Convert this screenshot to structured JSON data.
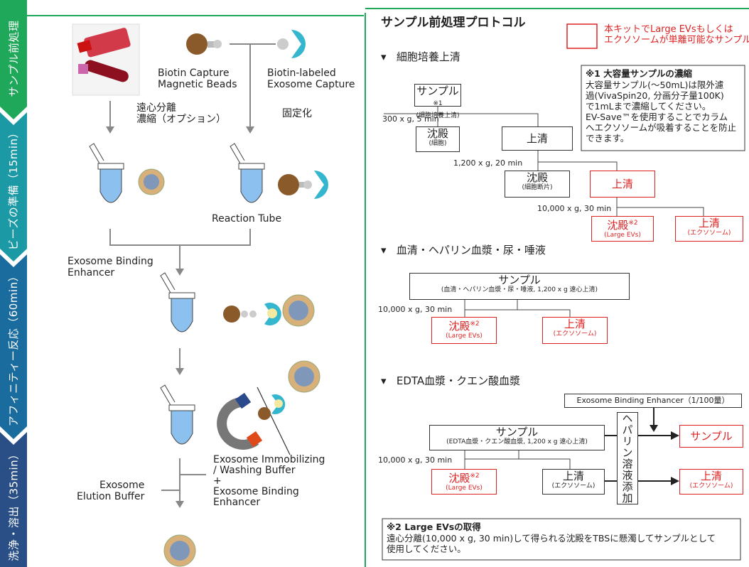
{
  "sidebar": {
    "steps": [
      {
        "label": "サンプル前処理",
        "color": "#1fa85a"
      },
      {
        "label": "ビーズの準備（15min）",
        "color": "#1b9aa6"
      },
      {
        "label": "アフィニティー反応（60min）",
        "color": "#1a6b9e"
      },
      {
        "label": "洗浄・溶出（35min）",
        "color": "#2a4f86"
      }
    ]
  },
  "left": {
    "beads_label": "Biotin Capture\nMagnetic Beads",
    "capture_label": "Biotin-labeled\nExosome Capture",
    "centrifuge_label": "遠心分離\n濃縮（オプション）",
    "immobilize_label": "固定化",
    "reaction_tube": "Reaction Tube",
    "enhancer": "Exosome Binding\nEnhancer",
    "wash_buffer": "Exosome Immobilizing\n/ Washing Buffer\n+\nExosome Binding\nEnhancer",
    "elution": "Exosome\nElution Buffer"
  },
  "protocol": {
    "title": "サンプル前処理プロトコル",
    "legend": "本キットでLarge EVsもしくは\nエクソソームが単離可能なサンプル",
    "sec1": "細胞培養上清",
    "sec2": "血清・ヘパリン血漿・尿・唾液",
    "sec3": "EDTA血漿・クエン酸血漿",
    "note1_title": "※1 大容量サンプルの濃縮",
    "note1_body": "大容量サンプル(～50mL)は限外濾\n過(VivaSpin20, 分画分子量100K)\nで1mLまで濃縮してください。\nEV-Save™を使用することでカラム\nへエクソソームが吸着することを防止\nできます。",
    "note2_title": "※2 Large EVsの取得",
    "note2_body": "遠心分離(10,000 x g, 30 min)して得られる沈殿をTBSに懸濁してサンプルとして\n使用してください。",
    "s1": {
      "sample": "サンプル",
      "sample_sup": "※1",
      "sample_sub": "(細胞培養上清)",
      "c1": "300 x g, 5 min",
      "p1": "沈殿",
      "p1_sub": "(細胞)",
      "sup1": "上清",
      "c2": "1,200 x g, 20 min",
      "p2": "沈殿",
      "p2_sub": "(細胞断片)",
      "sup2": "上清",
      "c3": "10,000 x g, 30 min",
      "p3": "沈殿",
      "p3_sup": "※2",
      "p3_sub": "(Large EVs)",
      "sup3": "上清",
      "sup3_sub": "(エクソソーム)"
    },
    "s2": {
      "sample": "サンプル",
      "sample_sub": "(血清・ヘパリン血漿・尿・唾液, 1,200 x g 遠心上清)",
      "c1": "10,000 x g, 30 min",
      "p": "沈殿",
      "p_sup": "※2",
      "p_sub": "(Large EVs)",
      "sup": "上清",
      "sup_sub": "(エクソソーム)"
    },
    "s3": {
      "enhancer": "Exosome Binding Enhancer（1/100量）",
      "sample": "サンプル",
      "sample_sub": "(EDTA血漿・クエン酸血漿, 1,200 x g 遠心上清)",
      "c1": "10,000 x g, 30 min",
      "p": "沈殿",
      "p_sup": "※2",
      "p_sub": "(Large EVs)",
      "sup": "上清",
      "sup_sub": "(エクソソーム)",
      "heparin": "ヘパリン溶液添加",
      "out1": "サンプル",
      "out2": "上清",
      "out2_sub": "(エクソソーム)"
    }
  }
}
